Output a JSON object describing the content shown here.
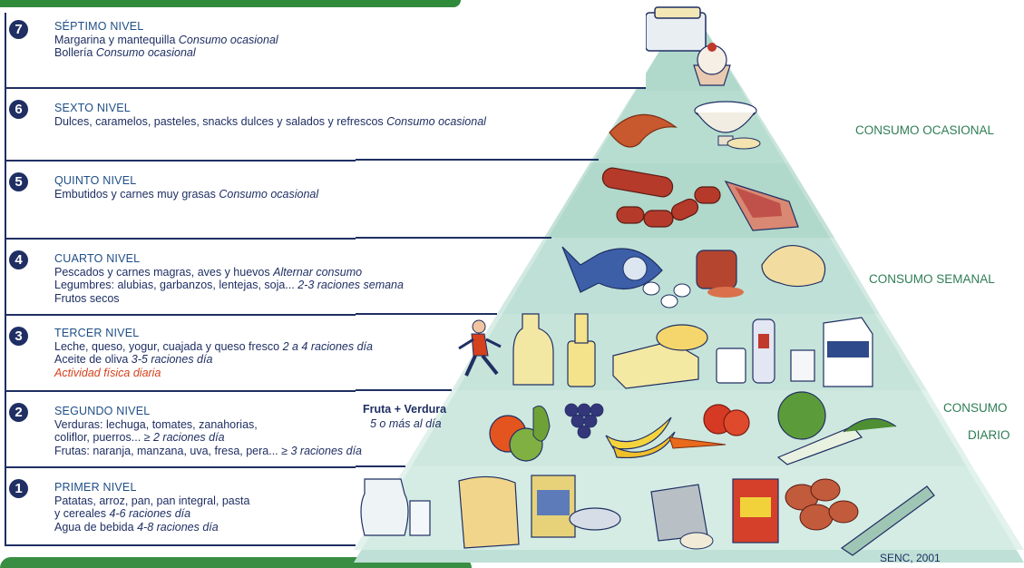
{
  "levels": [
    {
      "number": "7",
      "title": "SÉPTIMO NIVEL",
      "lines": [
        {
          "text": "Margarina y mantequilla",
          "note": "Consumo ocasional"
        },
        {
          "text": "Bollería",
          "note": "Consumo ocasional"
        }
      ]
    },
    {
      "number": "6",
      "title": "SEXTO NIVEL",
      "lines": [
        {
          "text": "Dulces, caramelos, pasteles, snacks dulces y salados y refrescos",
          "note": "Consumo ocasional"
        }
      ]
    },
    {
      "number": "5",
      "title": "QUINTO NIVEL",
      "lines": [
        {
          "text": "Embutidos y carnes muy grasas",
          "note": "Consumo ocasional"
        }
      ]
    },
    {
      "number": "4",
      "title": "CUARTO NIVEL",
      "lines": [
        {
          "text": "Pescados y carnes magras, aves y huevos",
          "note": "Alternar consumo"
        },
        {
          "text": "Legumbres: alubias, garbanzos, lentejas, soja...",
          "note": "2-3 raciones semana"
        },
        {
          "text": "Frutos secos",
          "note": ""
        }
      ]
    },
    {
      "number": "3",
      "title": "TERCER NIVEL",
      "lines": [
        {
          "text": "Leche, queso, yogur, cuajada y queso fresco",
          "note": "2 a 4 raciones día"
        },
        {
          "text": "Aceite de oliva",
          "note": "3-5 raciones día"
        },
        {
          "text": "",
          "note": "Actividad física diaria"
        }
      ]
    },
    {
      "number": "2",
      "title": "SEGUNDO NIVEL",
      "lines": [
        {
          "text": "Verduras: lechuga, tomates, zanahorias,",
          "note": ""
        },
        {
          "text": "coliflor, puerros...  ≥",
          "note": "2 raciones día"
        },
        {
          "text": "Frutas: naranja, manzana, uva, fresa, pera...  ≥",
          "note": "3 raciones día"
        }
      ]
    },
    {
      "number": "1",
      "title": "PRIMER NIVEL",
      "lines": [
        {
          "text": "Patatas, arroz, pan, pan integral, pasta",
          "note": ""
        },
        {
          "text": "y cereales",
          "note": "4-6 raciones día"
        },
        {
          "text": "Agua de bebida",
          "note": "4-8 raciones día"
        }
      ]
    }
  ],
  "fruta_verdura": {
    "title": "Fruta + Verdura",
    "subtitle": "5 o más al día"
  },
  "side_labels": {
    "ocasional": "CONSUMO OCASIONAL",
    "semanal": "CONSUMO SEMANAL",
    "diario_1": "CONSUMO",
    "diario_2": "DIARIO"
  },
  "credit": "SENC, 2001",
  "colors": {
    "navy": "#1f2f63",
    "green": "#2f7d55",
    "pyramid_fill": "#bfe0d6",
    "accent_red": "#d5401d"
  },
  "icons": [
    "butter-dish-icon",
    "cupcake-icon",
    "croissant-icon",
    "sugar-bowl-icon",
    "sausage-icon",
    "meat-steak-icon",
    "fish-icon",
    "legumes-jar-icon",
    "chicken-icon",
    "eggs-icon",
    "runner-icon",
    "oil-bottle-icon",
    "cheese-icon",
    "yogurt-icon",
    "milk-carton-icon",
    "fruits-icon",
    "grapes-icon",
    "banana-icon",
    "tomato-icon",
    "carrot-icon",
    "lettuce-icon",
    "water-jug-icon",
    "bread-icon",
    "cereal-box-icon",
    "rice-bag-icon",
    "pasta-box-icon",
    "potatoes-icon",
    "spaghetti-icon"
  ]
}
